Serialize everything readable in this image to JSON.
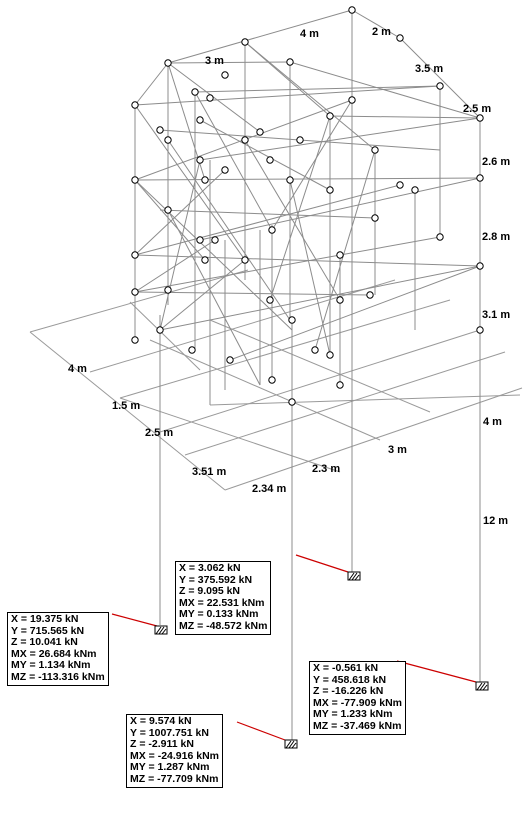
{
  "dimensions": {
    "top_4m": "4 m",
    "top_2m": "2 m",
    "top_3m": "3 m",
    "top_3_5m": "3.5 m",
    "top_2_5m": "2.5 m",
    "story_2_6m": "2.6 m",
    "story_2_8m": "2.8 m",
    "story_3_1m": "3.1 m",
    "left_4m": "4 m",
    "left_1_5m": "1.5 m",
    "left_2_5m": "2.5 m",
    "front_3_51m": "3.51 m",
    "front_2_34m": "2.34 m",
    "front_2_3m": "2.3 m",
    "front_3m": "3 m",
    "right_4m": "4 m",
    "height_12m": "12 m"
  },
  "reactions": [
    {
      "id": "support-1",
      "X": "X = 19.375 kN",
      "Y": "Y = 715.565 kN",
      "Z": "Z = 10.041 kN",
      "MX": "MX = 26.684 kNm",
      "MY": "MY = 1.134 kNm",
      "MZ": "MZ = -113.316 kNm"
    },
    {
      "id": "support-2",
      "X": "X = 3.062 kN",
      "Y": "Y = 375.592 kN",
      "Z": "Z = 9.095 kN",
      "MX": "MX = 22.531 kNm",
      "MY": "MY = 0.133 kNm",
      "MZ": "MZ = -48.572 kNm"
    },
    {
      "id": "support-3",
      "X": "X = -0.561 kN",
      "Y": "Y = 458.618 kN",
      "Z": "Z = -16.226 kN",
      "MX": "MX = -77.909 kNm",
      "MY": "MY = 1.233 kNm",
      "MZ": "MZ = -37.469 kNm"
    },
    {
      "id": "support-4",
      "X": "X = 9.574 kN",
      "Y": "Y = 1007.751 kN",
      "Z": "Z = -2.911 kN",
      "MX": "MX = -24.916 kNm",
      "MY": "MY = 1.287 kNm",
      "MZ": "MZ = -77.709 kNm"
    }
  ],
  "colors": {
    "frame": "#8c8c8c",
    "node": "#000000",
    "arrow": "#cc0000",
    "text": "#000000"
  }
}
